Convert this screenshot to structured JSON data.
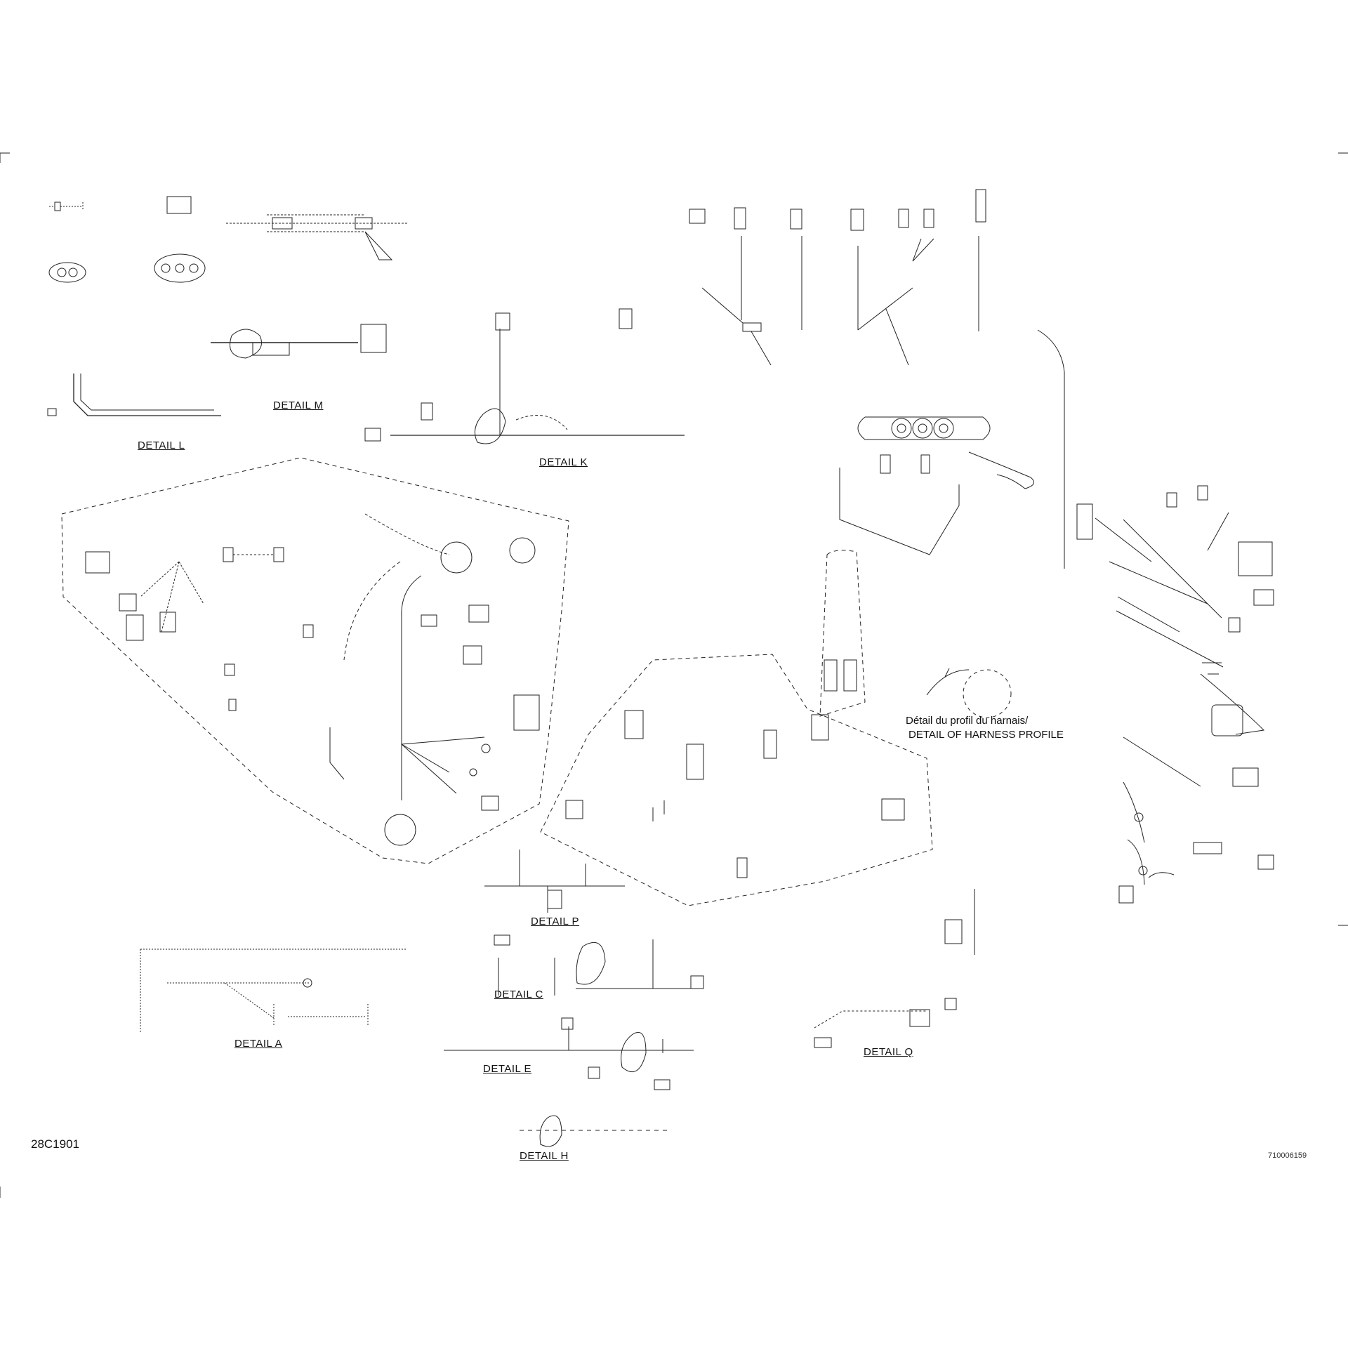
{
  "sheet": {
    "drawing_id": "28C1901",
    "part_number": "710006159"
  },
  "details": {
    "l": "DETAIL L",
    "m": "DETAIL M",
    "k": "DETAIL K",
    "p": "DETAIL P",
    "a": "DETAIL A",
    "c": "DETAIL C",
    "e": "DETAIL E",
    "h": "DETAIL H",
    "q": "DETAIL Q"
  },
  "harness_profile": {
    "title_fr": "Détail du profil du harnais/",
    "title_en": "DETAIL OF HARNESS PROFILE"
  },
  "colors": {
    "line": "#222222",
    "background": "#ffffff"
  }
}
